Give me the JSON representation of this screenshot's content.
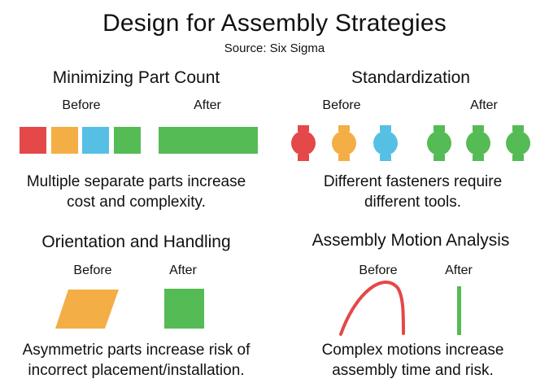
{
  "header": {
    "title": "Design for Assembly Strategies",
    "source": "Source: Six Sigma"
  },
  "colors": {
    "red": "#e44848",
    "orange": "#f4ae46",
    "blue": "#55c0e4",
    "green": "#55bb55"
  },
  "panels": {
    "part_count": {
      "title": "Minimizing Part Count",
      "before_label": "Before",
      "after_label": "After",
      "description_line1": "Multiple separate parts increase",
      "description_line2": "cost and complexity."
    },
    "standardization": {
      "title": "Standardization",
      "before_label": "Before",
      "after_label": "After",
      "description_line1": "Different fasteners require",
      "description_line2": "different tools."
    },
    "orientation": {
      "title": "Orientation and Handling",
      "before_label": "Before",
      "after_label": "After",
      "description_line1": "Asymmetric parts increase risk of",
      "description_line2": "incorrect placement/installation."
    },
    "motion": {
      "title": "Assembly Motion Analysis",
      "before_label": "Before",
      "after_label": "After",
      "description_line1": "Complex motions increase",
      "description_line2": "assembly time and risk."
    }
  }
}
